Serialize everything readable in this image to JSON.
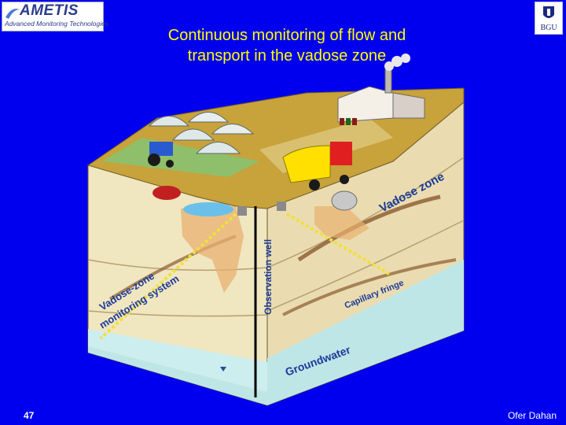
{
  "logo": {
    "brand": "AMETIS",
    "tagline": "Advanced Monitoring Technologies"
  },
  "university_logo": {
    "name": "BGU"
  },
  "title": {
    "line1": "Continuous monitoring of flow and",
    "line2": "transport in the vadose zone"
  },
  "labels": {
    "observation_well": "Observation well",
    "vadose_zone": "Vadose zone",
    "monitoring_system_1": "Vadose-zone",
    "monitoring_system_2": "monitoring system",
    "capillary_fringe": "Capillary fringe",
    "groundwater": "Groundwater"
  },
  "footer": {
    "slide_number": "47",
    "author": "Ofer Dahan"
  },
  "colors": {
    "background": "#0000ee",
    "title": "#ffff00",
    "surface": "#c8a23a",
    "soil": "#f0e6c0",
    "groundwater": "#bfe6e6",
    "label": "#1a3a9a"
  }
}
